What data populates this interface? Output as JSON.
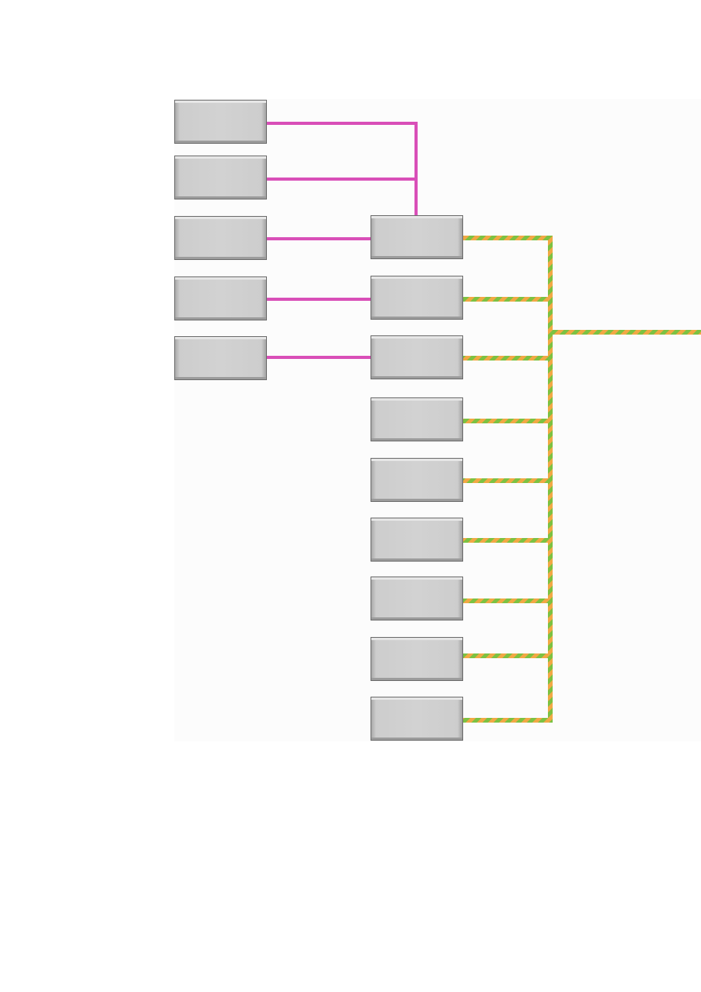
{
  "diagram": {
    "type": "tree-connector-diagram",
    "colors": {
      "background": "#fcfcfc",
      "box_fill": "#d2d2d2",
      "box_border": "#6c6c6c",
      "magenta_connector": "#d94fb8",
      "stripe_green": "#7cc242",
      "stripe_orange": "#f2a845"
    },
    "left_column": {
      "count": 5,
      "labels": [
        "",
        "",
        "",
        "",
        ""
      ]
    },
    "middle_column": {
      "count": 9,
      "labels": [
        "",
        "",
        "",
        "",
        "",
        "",
        "",
        "",
        ""
      ]
    },
    "connectors": [
      {
        "kind": "magenta-solid",
        "from": "left-box-1",
        "to": "middle-box-1"
      },
      {
        "kind": "magenta-solid",
        "from": "left-box-2",
        "to": "middle-box-1"
      },
      {
        "kind": "magenta-solid",
        "from": "left-box-3",
        "to": "middle-box-1"
      },
      {
        "kind": "magenta-solid",
        "from": "left-box-4",
        "to": "middle-box-2"
      },
      {
        "kind": "magenta-solid",
        "from": "left-box-5",
        "to": "middle-box-3"
      },
      {
        "kind": "striped-bus",
        "from": "middle-boxes-1-9",
        "to": "off-page-right"
      }
    ]
  }
}
